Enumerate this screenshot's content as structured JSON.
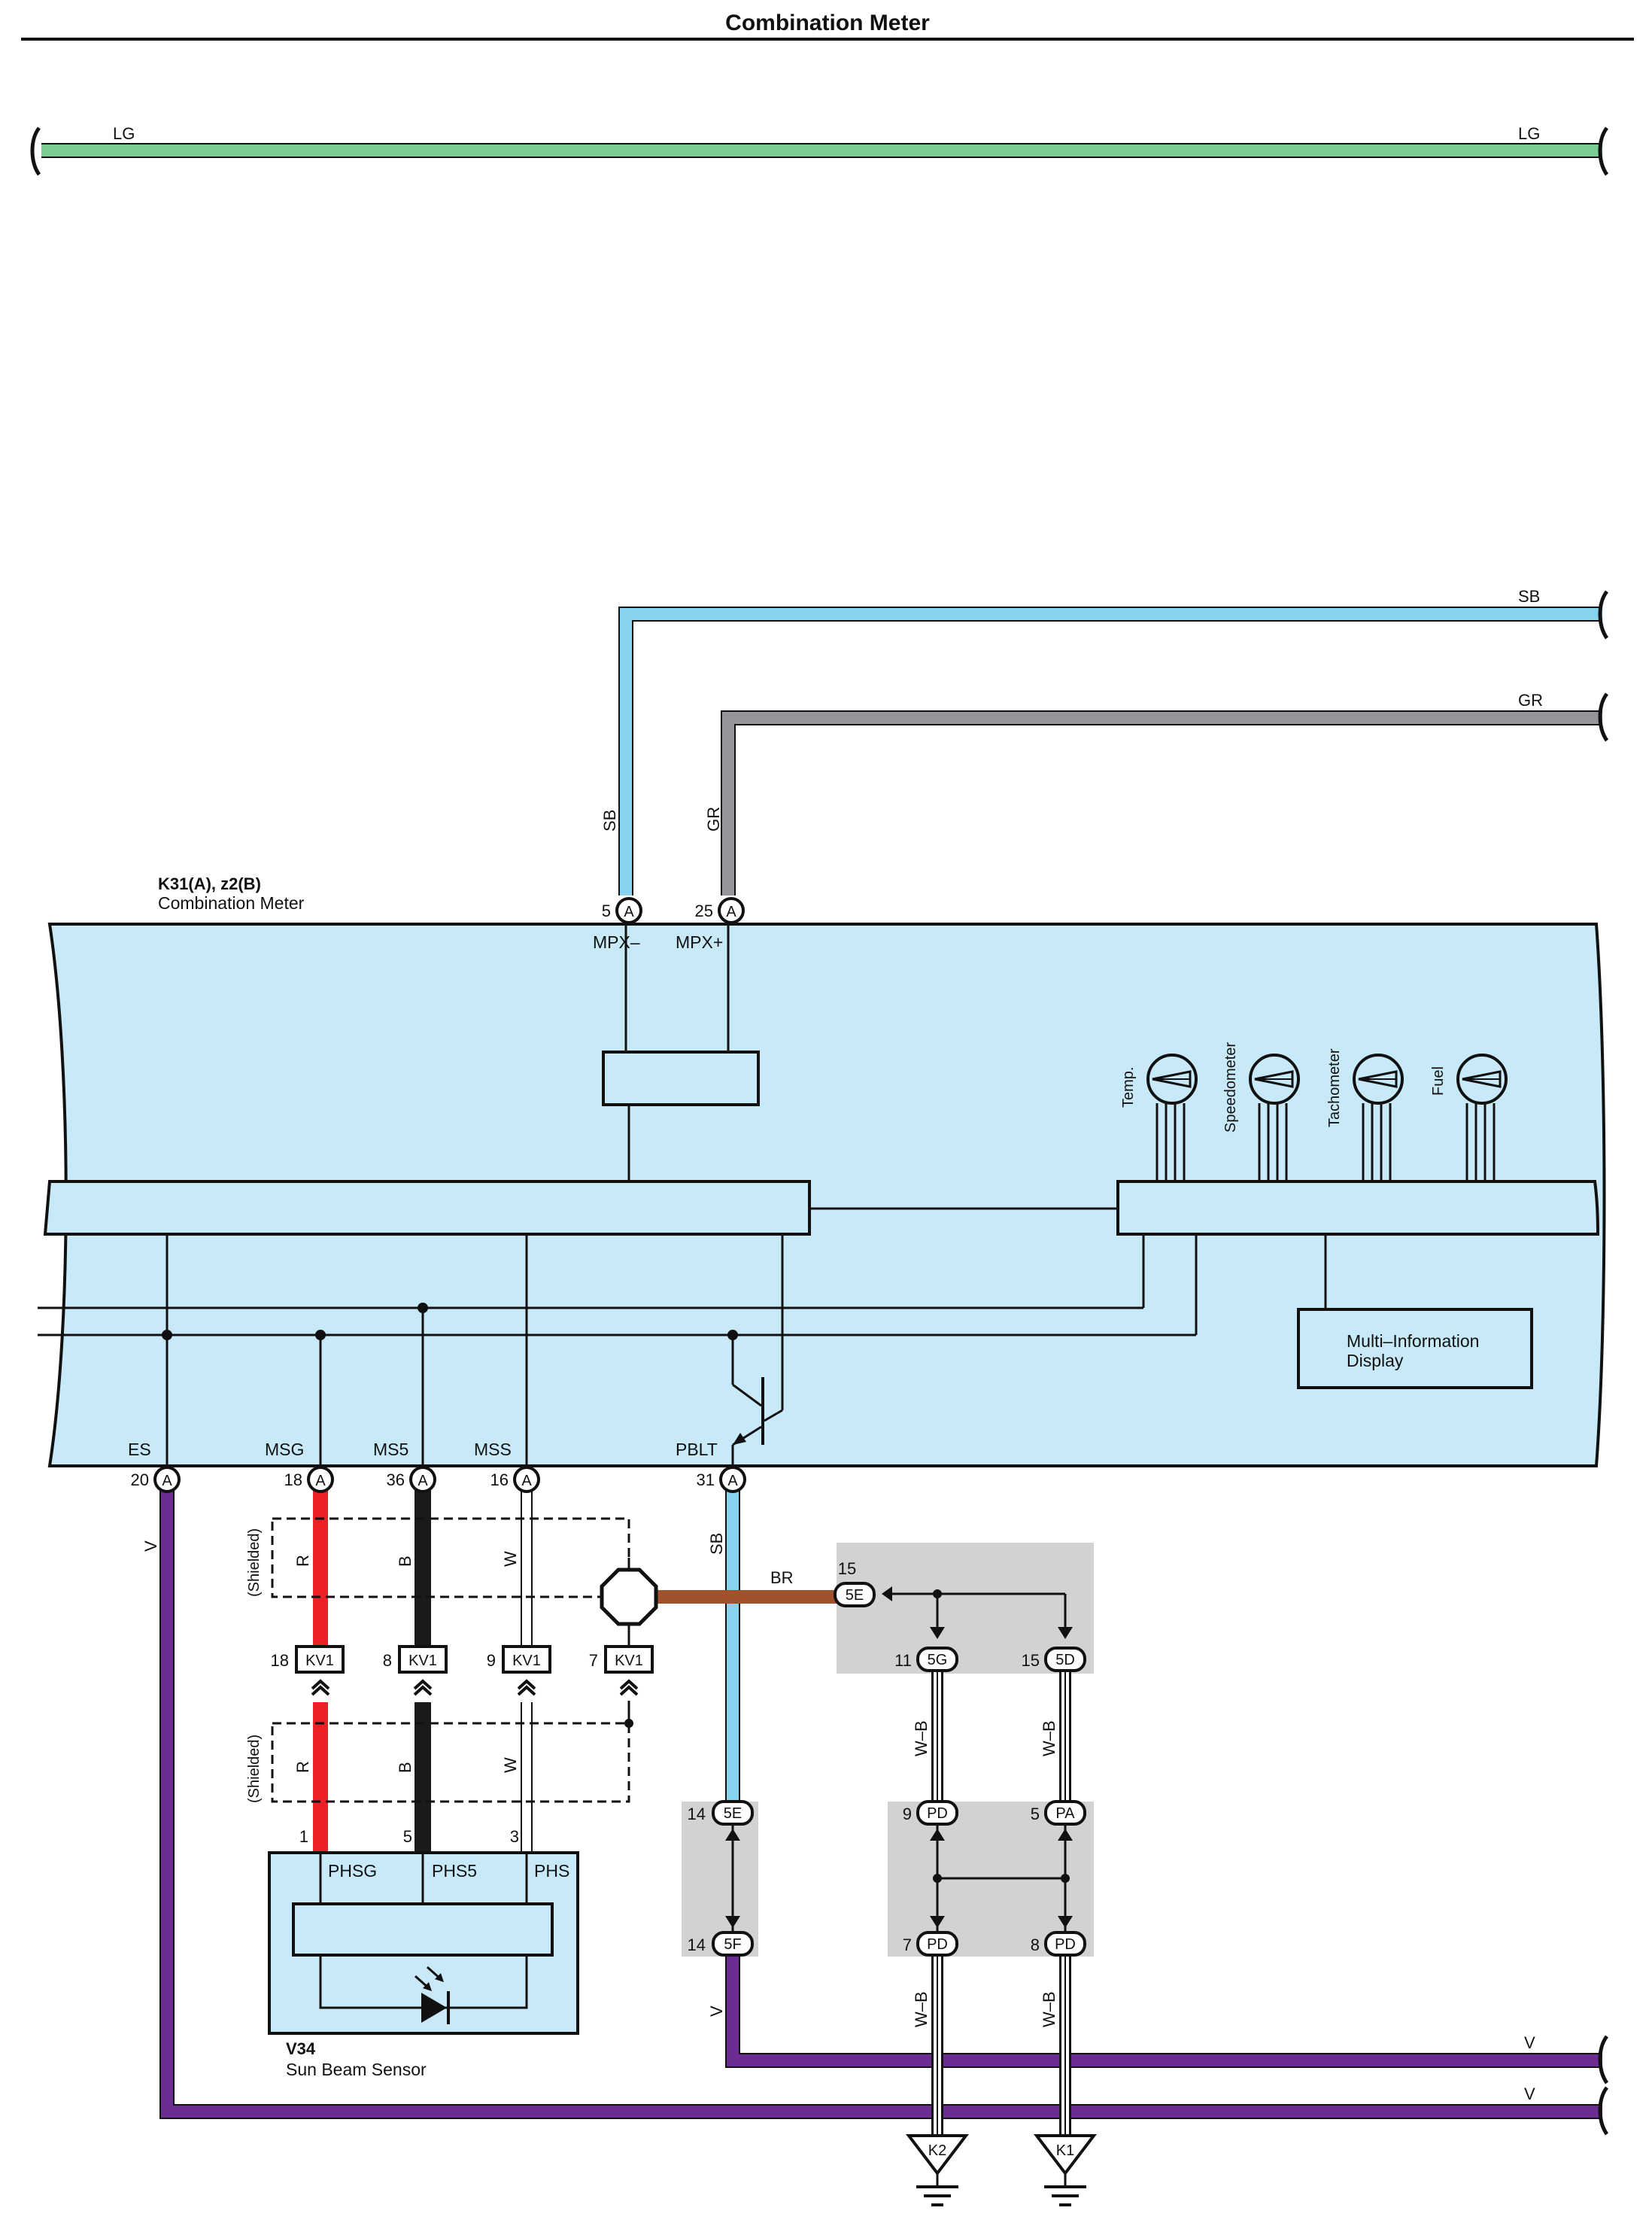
{
  "title": "Combination Meter",
  "colors": {
    "LG": "#7ccc95",
    "SB": "#87d3ee",
    "GR": "#949699",
    "R": "#ec2127",
    "B": "#1a1a1a",
    "W": "#ffffff",
    "BR": "#a0522d",
    "V": "#6d2c91",
    "meter_fill": "#c7e9f8",
    "splice_fill": "#d1d2d4"
  },
  "wire_codes": {
    "lg": "LG",
    "sb": "SB",
    "gr": "GR",
    "r": "R",
    "b": "B",
    "w": "W",
    "br": "BR",
    "v": "V",
    "wb": "W–B"
  },
  "meter": {
    "id": "K31(A), z2(B)",
    "name": "Combination Meter",
    "connector": "A",
    "pins": [
      {
        "num": "5",
        "signal": "MPX–"
      },
      {
        "num": "25",
        "signal": "MPX+"
      },
      {
        "num": "20",
        "signal": "ES"
      },
      {
        "num": "18",
        "signal": "MSG"
      },
      {
        "num": "36",
        "signal": "MS5"
      },
      {
        "num": "16",
        "signal": "MSS"
      },
      {
        "num": "31",
        "signal": "PBLT"
      }
    ],
    "gauges": [
      "Temp.",
      "Speedometer",
      "Tachometer",
      "Fuel"
    ],
    "display": [
      "Multi–Information",
      "Display"
    ]
  },
  "shielded": "(Shielded)",
  "kv1": {
    "code": "KV1",
    "pins": [
      "18",
      "8",
      "9",
      "7"
    ]
  },
  "sensor": {
    "id": "V34",
    "name": "Sun Beam Sensor",
    "pins": [
      {
        "num": "1",
        "signal": "PHSG"
      },
      {
        "num": "5",
        "signal": "PHS5"
      },
      {
        "num": "3",
        "signal": "PHS"
      }
    ]
  },
  "junctions": {
    "j5e_top": {
      "pin": "15",
      "code": "5E"
    },
    "j5g": {
      "pin": "11",
      "code": "5G"
    },
    "j5d": {
      "pin": "15",
      "code": "5D"
    },
    "j5e_mid": {
      "pin": "14",
      "code": "5E"
    },
    "j5f": {
      "pin": "14",
      "code": "5F"
    },
    "jpd9": {
      "pin": "9",
      "code": "PD"
    },
    "jpa5": {
      "pin": "5",
      "code": "PA"
    },
    "jpd7": {
      "pin": "7",
      "code": "PD"
    },
    "jpd8": {
      "pin": "8",
      "code": "PD"
    }
  },
  "grounds": [
    "K2",
    "K1"
  ]
}
